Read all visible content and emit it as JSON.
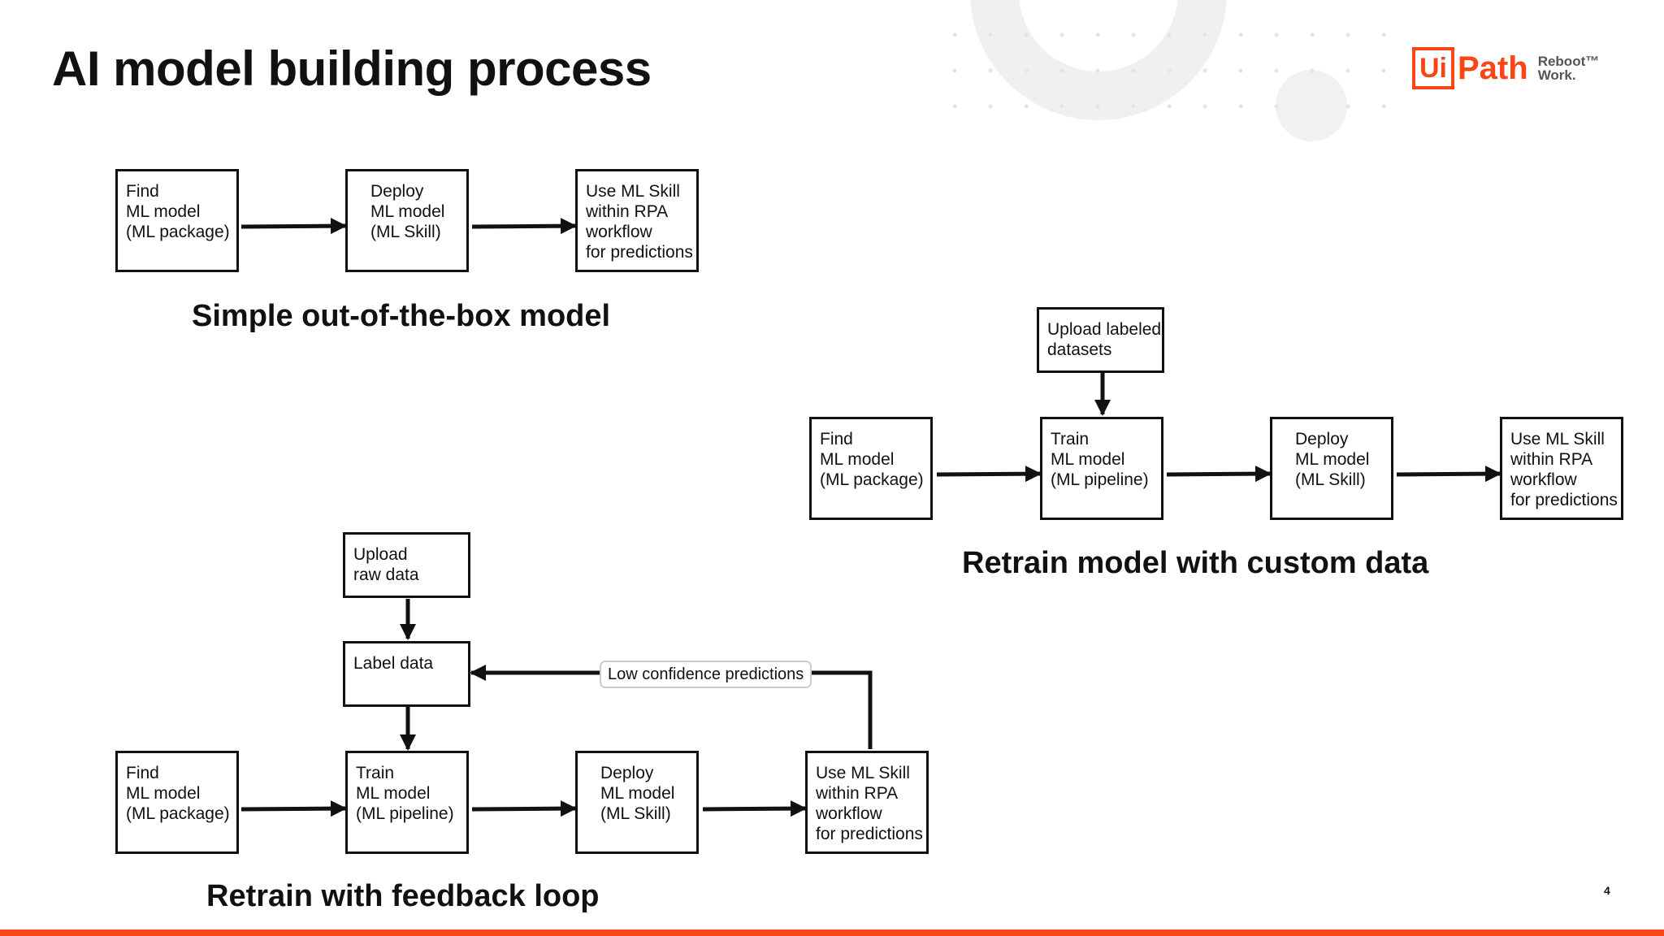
{
  "slide": {
    "title": "AI model building process",
    "page_number": "4",
    "accent_color": "#fa4616"
  },
  "logo": {
    "mark": "Ui",
    "word": "Path",
    "tagline_line1": "Reboot™",
    "tagline_line2": "Work."
  },
  "diagram_simple": {
    "caption": "Simple out-of-the-box model",
    "find": "Find\nML model\n(ML package)",
    "deploy": "Deploy\nML model\n(ML Skill)",
    "use": "Use ML Skill\nwithin RPA\nworkflow\nfor predictions"
  },
  "diagram_custom": {
    "caption": "Retrain model with custom data",
    "upload": "Upload labeled\ndatasets",
    "find": "Find\nML model\n(ML package)",
    "train": "Train\nML model\n(ML pipeline)",
    "deploy": "Deploy\nML model\n(ML Skill)",
    "use": "Use ML Skill\nwithin RPA\nworkflow\nfor predictions"
  },
  "diagram_feedback": {
    "caption": "Retrain with feedback loop",
    "upload": "Upload\nraw data",
    "label": "Label data",
    "find": "Find\nML model\n(ML package)",
    "train": "Train\nML model\n(ML pipeline)",
    "deploy": "Deploy\nML model\n(ML Skill)",
    "use": "Use ML Skill\nwithin RPA\nworkflow\nfor predictions",
    "loop_label": "Low confidence predictions"
  }
}
